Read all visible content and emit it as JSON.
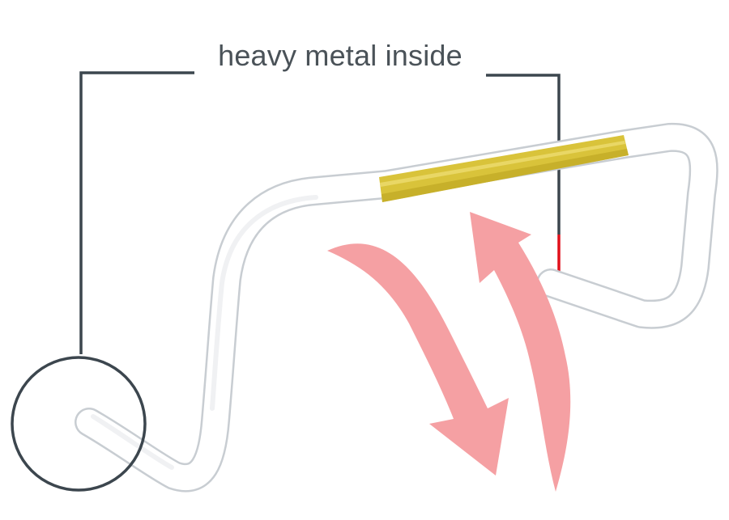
{
  "caption": {
    "text": "heavy metal inside"
  },
  "colors": {
    "tube": "#ffffff",
    "tube_shadow": "#c9ced3",
    "yellow_band": "#d9c33a",
    "leader_line": "#3c464e",
    "accent_red": "#e0101a",
    "arrow_pink": "#f5a0a3"
  },
  "illustration": {
    "subject": "hurdle-tube",
    "arrows": [
      "down-arrow",
      "up-arrow"
    ]
  }
}
